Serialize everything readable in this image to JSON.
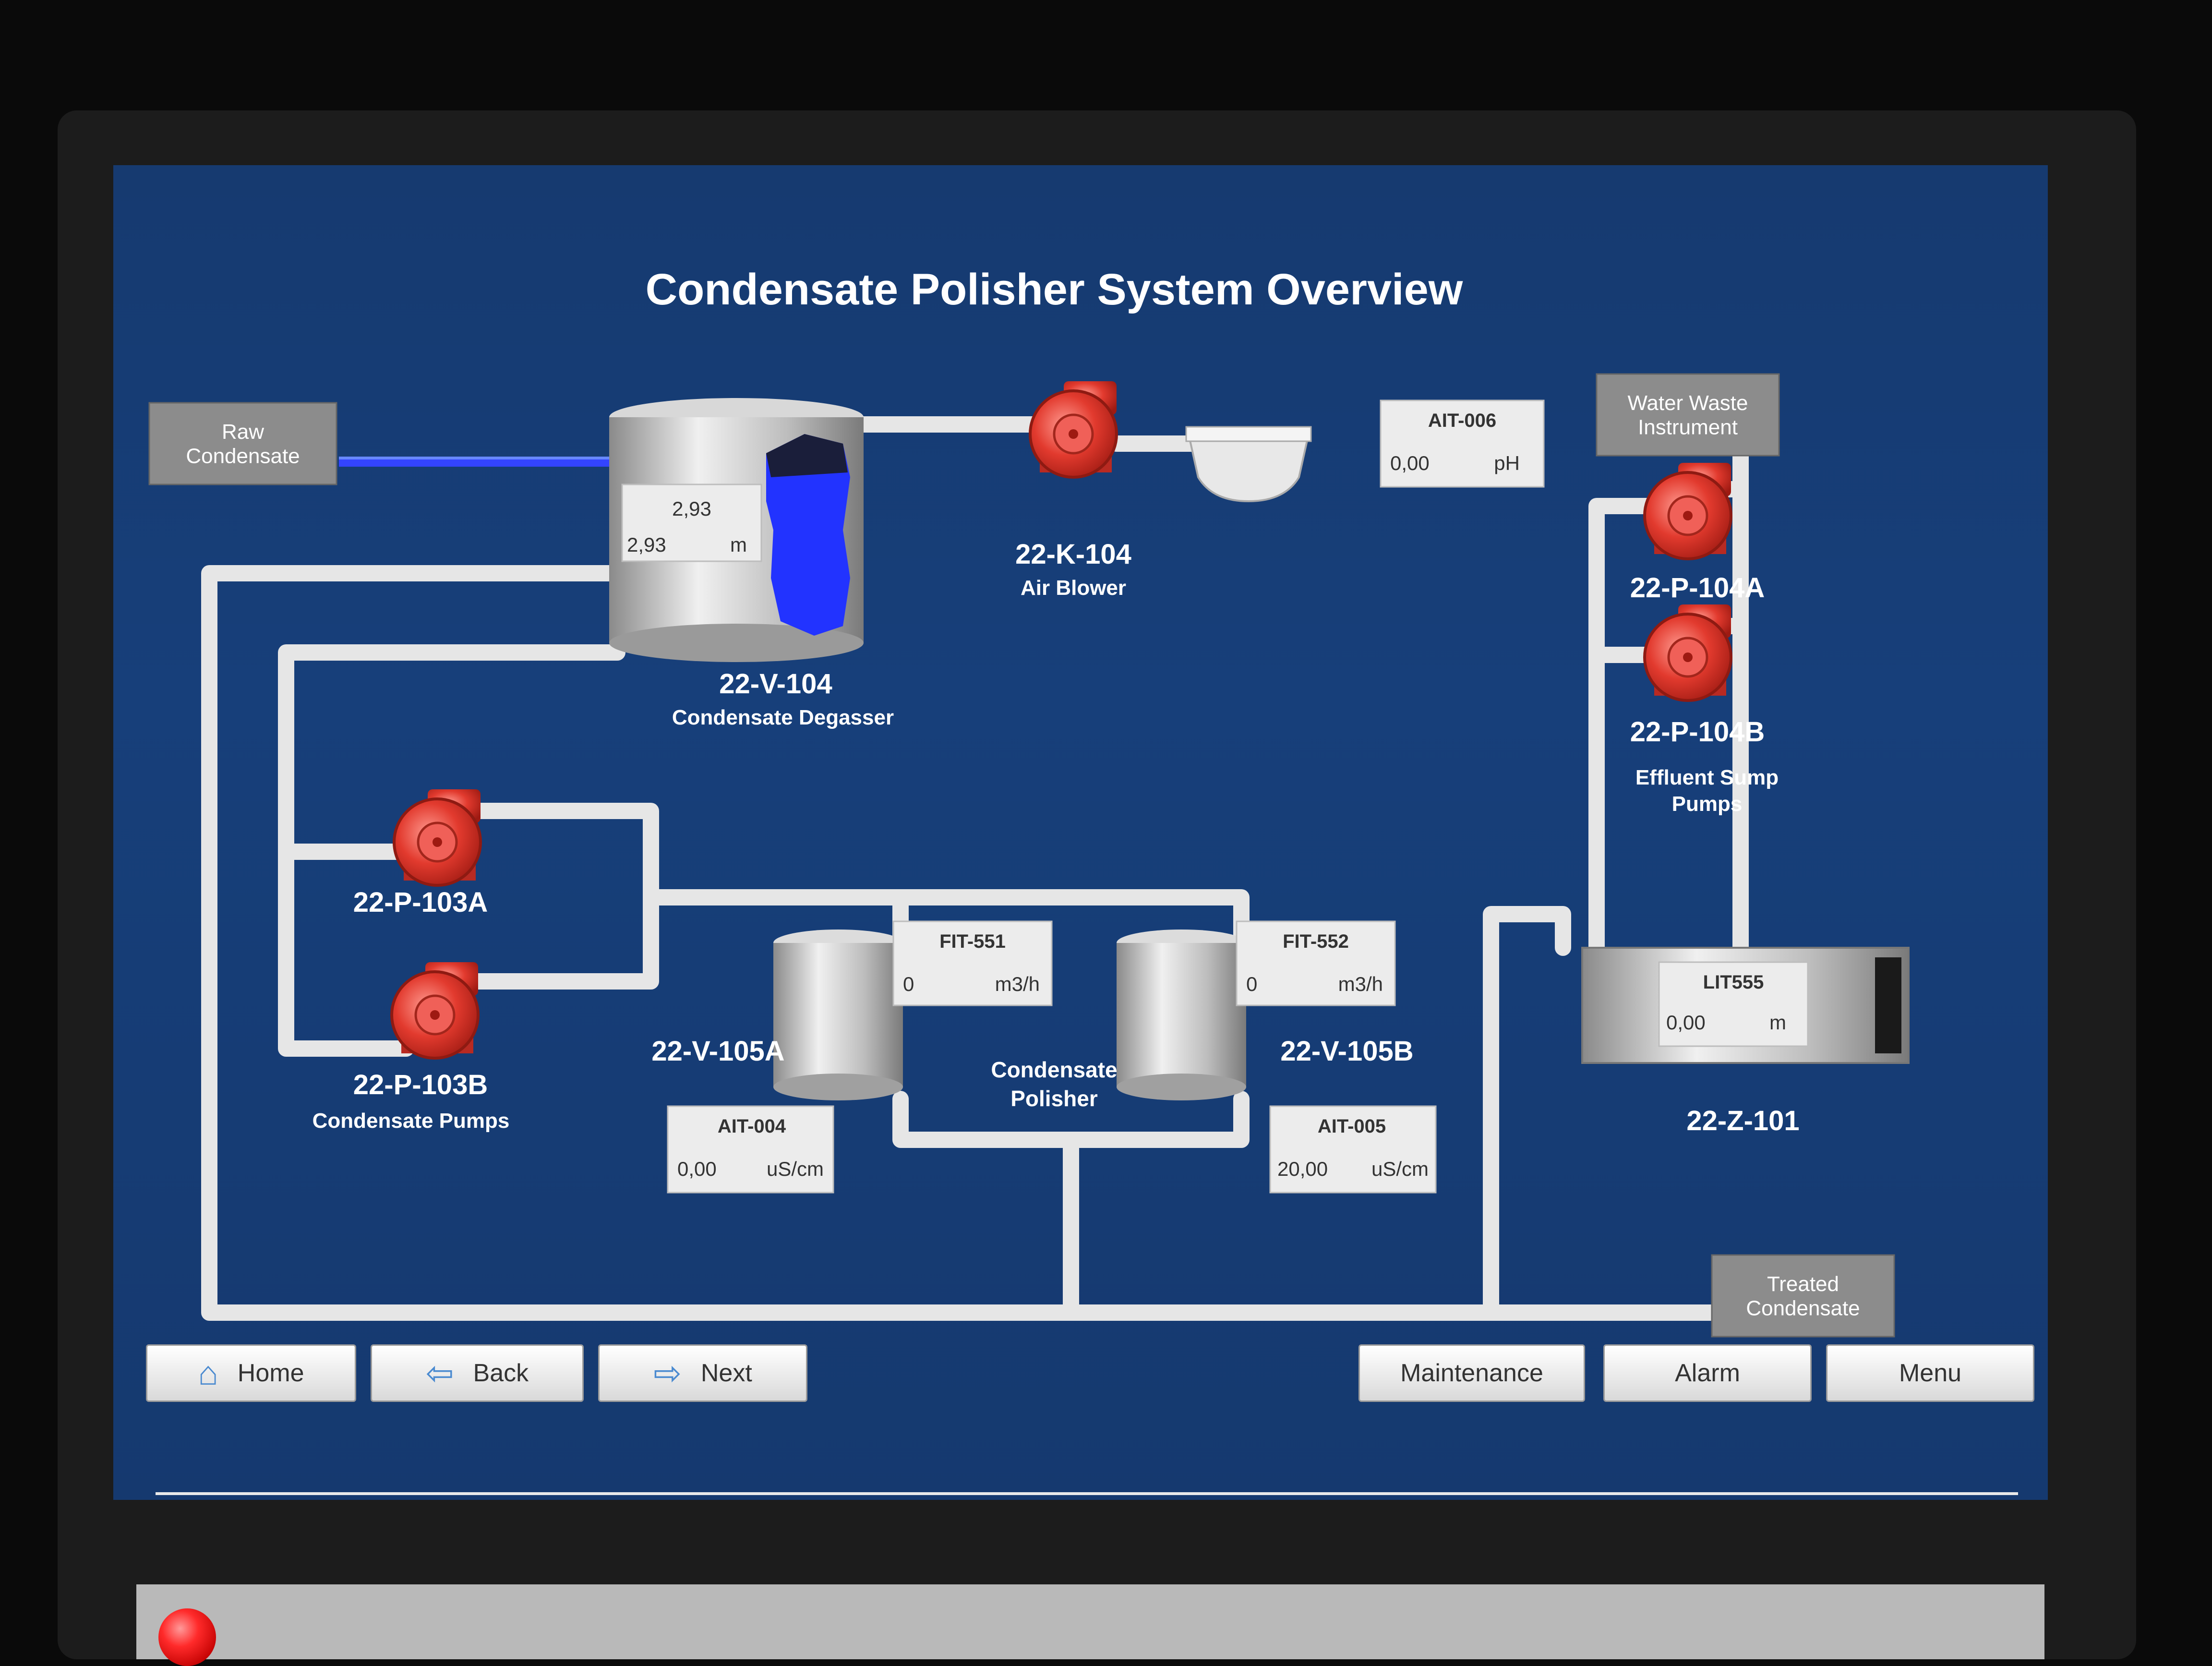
{
  "screen": {
    "title": "Condensate Polisher System Overview"
  },
  "terminals": {
    "raw_condensate": "Raw\nCondensate",
    "water_waste": "Water Waste\nInstrument",
    "treated_condensate": "Treated\nCondensate"
  },
  "equipment": {
    "degasser": {
      "tag": "22-V-104",
      "name": "Condensate Degasser",
      "value_top": "2,93",
      "value": "2,93",
      "unit": "m"
    },
    "blower": {
      "tag": "22-K-104",
      "name": "Air Blower"
    },
    "pump_103a": {
      "tag": "22-P-103A"
    },
    "pump_103b": {
      "tag": "22-P-103B",
      "name": "Condensate Pumps"
    },
    "vessel_105a": {
      "tag": "22-V-105A"
    },
    "vessel_105b": {
      "tag": "22-V-105B"
    },
    "polisher": {
      "name_line1": "Condensate",
      "name_line2": "Polisher"
    },
    "pump_104a": {
      "tag": "22-P-104A"
    },
    "pump_104b": {
      "tag": "22-P-104B",
      "name_line1": "Effluent Sump",
      "name_line2": "Pumps"
    },
    "sump": {
      "tag": "22-Z-101"
    }
  },
  "instruments": {
    "ait006": {
      "tag": "AIT-006",
      "value": "0,00",
      "unit": "pH"
    },
    "fit551": {
      "tag": "FIT-551",
      "value": "0",
      "unit": "m3/h"
    },
    "fit552": {
      "tag": "FIT-552",
      "value": "0",
      "unit": "m3/h"
    },
    "ait004": {
      "tag": "AIT-004",
      "value": "0,00",
      "unit": "uS/cm"
    },
    "ait005": {
      "tag": "AIT-005",
      "value": "20,00",
      "unit": "uS/cm"
    },
    "lit555": {
      "tag": "LIT555",
      "value": "0,00",
      "unit": "m"
    }
  },
  "nav": {
    "home": "Home",
    "back": "Back",
    "next": "Next",
    "maintenance": "Maintenance",
    "alarm": "Alarm",
    "menu": "Menu"
  },
  "colors": {
    "background": "#163a70",
    "pump": "#e23a2e",
    "degasser_level": "#2233ff",
    "pipe": "#e6e6e6",
    "alarm_led": "#ff2a2a"
  },
  "icons": {
    "home": "house-icon",
    "back": "arrow-left-icon",
    "next": "arrow-right-icon",
    "alarm_led": "red-led-icon"
  }
}
